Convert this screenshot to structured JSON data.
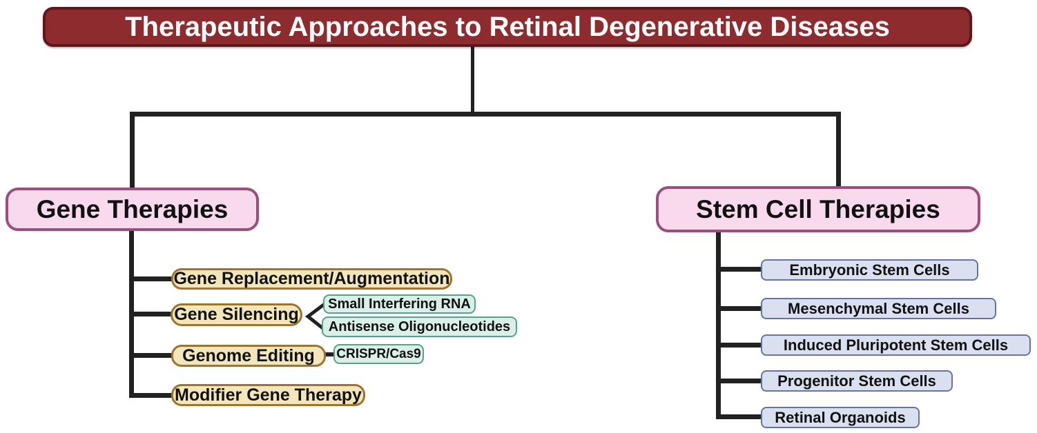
{
  "diagram": {
    "title": "Therapeutic Approaches to Retinal Degenerative Diseases",
    "gene": {
      "label": "Gene Therapies",
      "items": [
        {
          "label": "Gene Replacement/Augmentation",
          "children": []
        },
        {
          "label": "Gene Silencing",
          "children": [
            "Small Interfering RNA",
            "Antisense Oligonucleotides"
          ]
        },
        {
          "label": "Genome Editing",
          "children": [
            "CRISPR/Cas9"
          ]
        },
        {
          "label": "Modifier Gene Therapy",
          "children": []
        }
      ]
    },
    "stem": {
      "label": "Stem Cell Therapies",
      "items": [
        "Embryonic Stem Cells",
        "Mesenchymal Stem Cells",
        "Induced Pluripotent Stem Cells",
        "Progenitor Stem Cells",
        "Retinal Organoids"
      ]
    }
  },
  "theme": {
    "title_bg": "#8e2b2e",
    "title_border": "#5e181a",
    "title_text": "#ffffff",
    "line": "#212121",
    "category_bg": "#f8d9ee",
    "category_border": "#9c4d7c",
    "gene_item_bg": "#f4e6bb",
    "gene_item_border": "#9c742f",
    "sub_item_bg": "#d9efe7",
    "sub_item_border": "#55a189",
    "stem_item_bg": "#dae0f0",
    "stem_item_border": "#65749f",
    "text": "#111111"
  }
}
